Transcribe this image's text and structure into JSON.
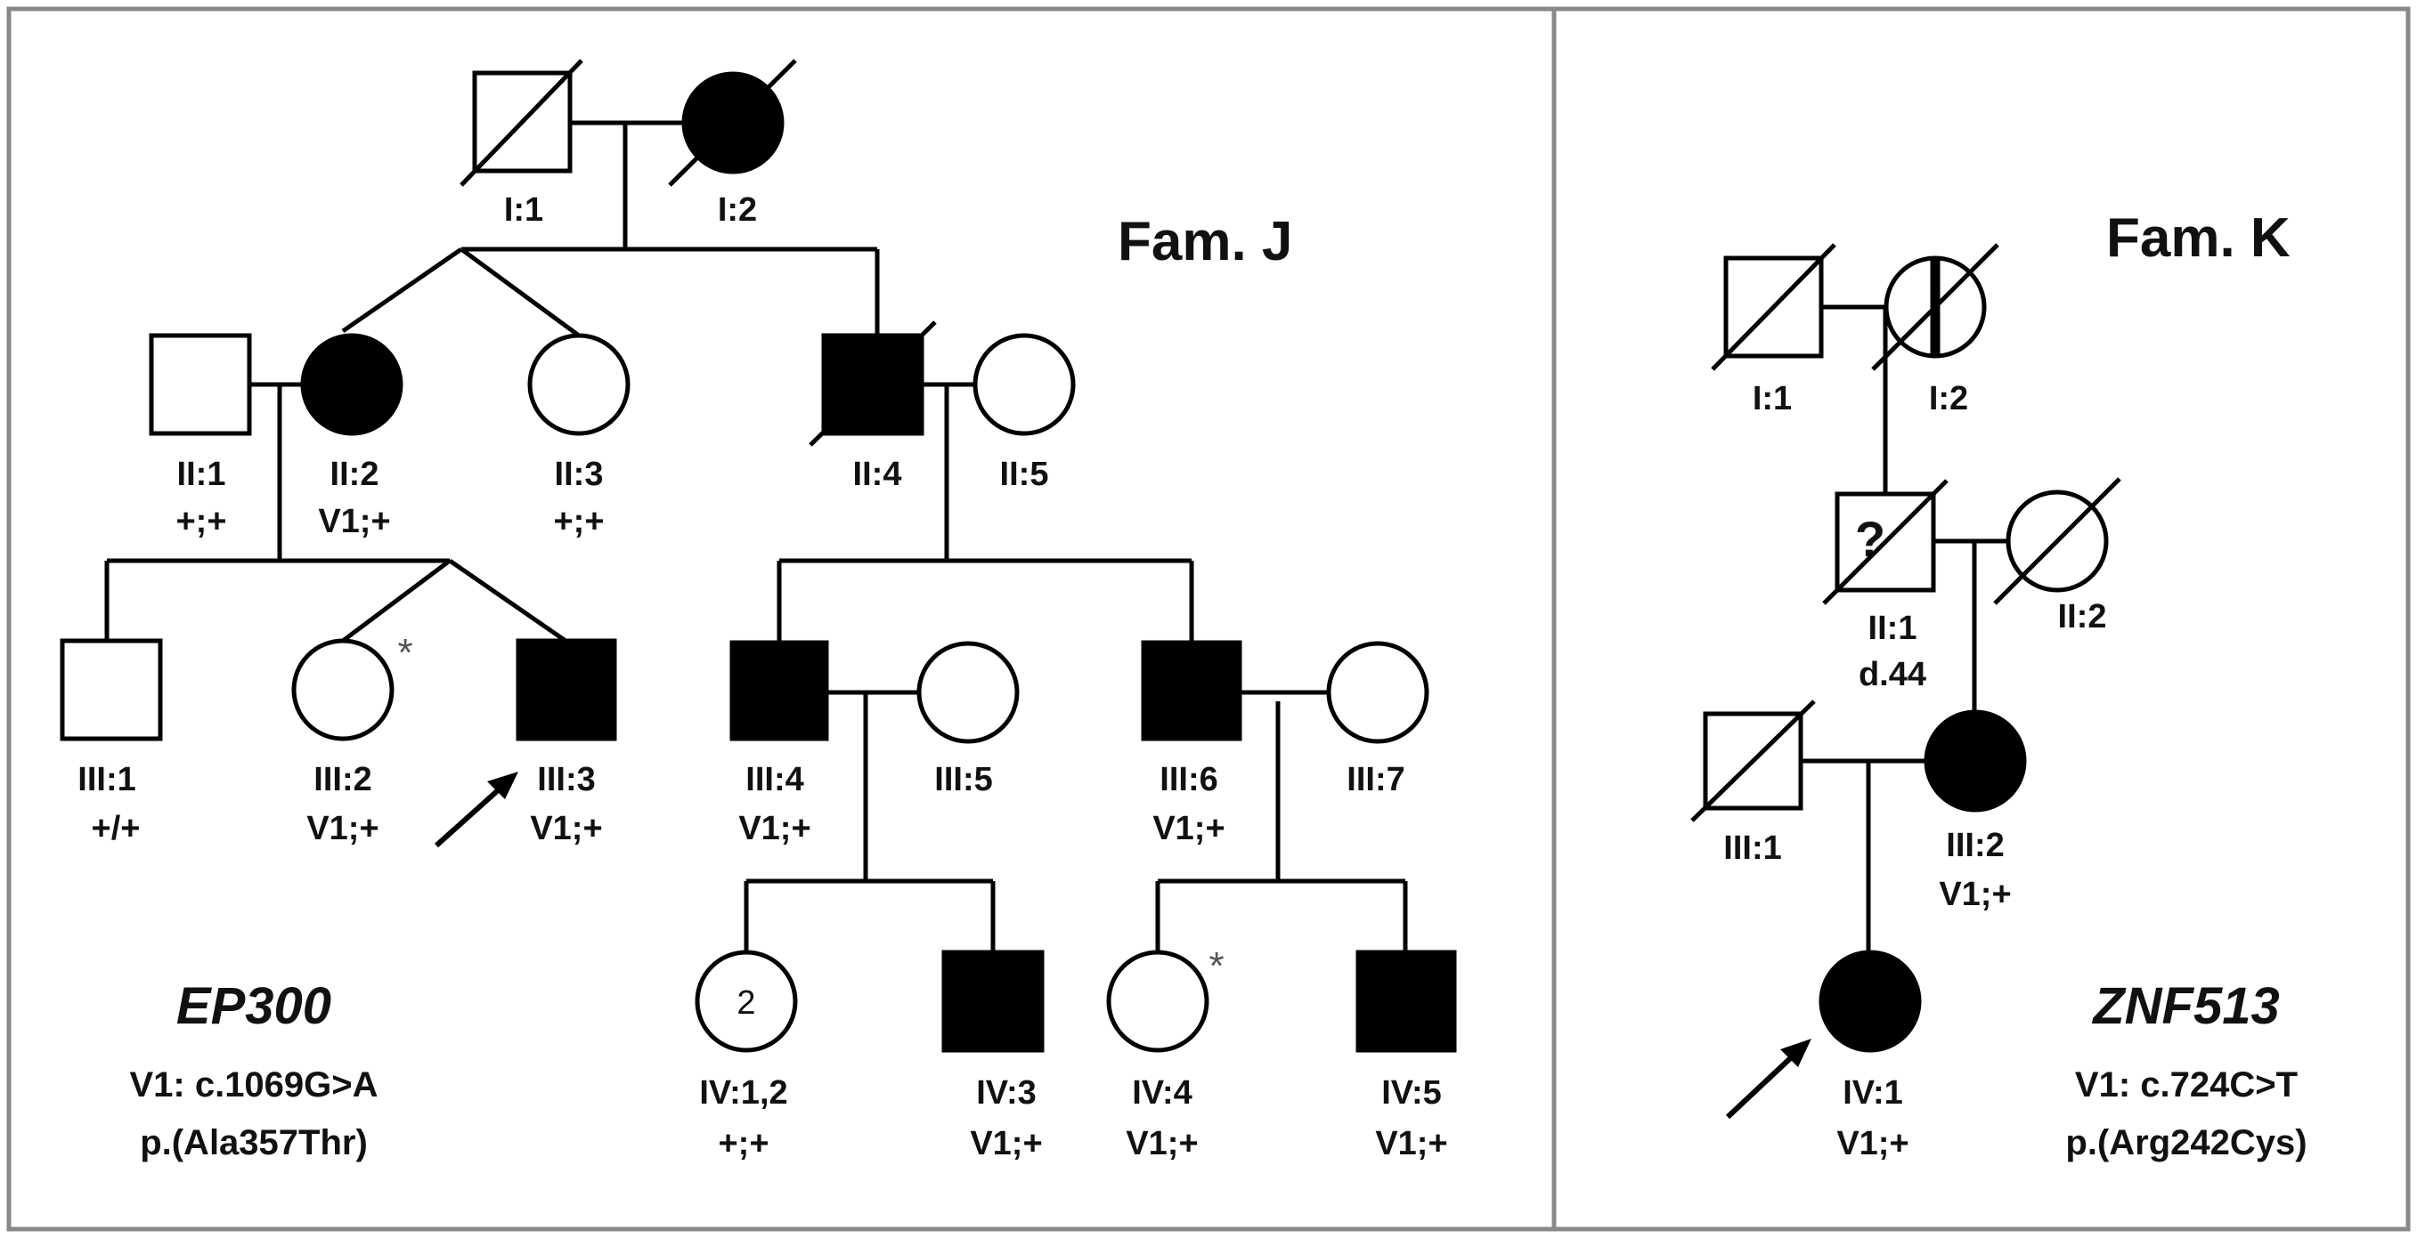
{
  "panels": [
    {
      "family": "Fam. J",
      "gene": "EP300",
      "variant_line1": "V1: c.1069G>A",
      "variant_line2": "p.(Ala357Thr)",
      "individuals": {
        "I1": {
          "id": "I:1",
          "genotype": ""
        },
        "I2": {
          "id": "I:2",
          "genotype": ""
        },
        "II1": {
          "id": "II:1",
          "genotype": "+;+"
        },
        "II2": {
          "id": "II:2",
          "genotype": "V1;+"
        },
        "II3": {
          "id": "II:3",
          "genotype": "+;+"
        },
        "II4": {
          "id": "II:4",
          "genotype": ""
        },
        "II5": {
          "id": "II:5",
          "genotype": ""
        },
        "III1": {
          "id": "III:1",
          "genotype": "+/+"
        },
        "III2": {
          "id": "III:2",
          "genotype": "V1;+"
        },
        "III3": {
          "id": "III:3",
          "genotype": "V1;+"
        },
        "III4": {
          "id": "III:4",
          "genotype": "V1;+"
        },
        "III5": {
          "id": "III:5",
          "genotype": ""
        },
        "III6": {
          "id": "III:6",
          "genotype": "V1;+"
        },
        "III7": {
          "id": "III:7",
          "genotype": ""
        },
        "IV12": {
          "id": "IV:1,2",
          "genotype": "+;+",
          "count": "2"
        },
        "IV3": {
          "id": "IV:3",
          "genotype": "V1;+"
        },
        "IV4": {
          "id": "IV:4",
          "genotype": "V1;+"
        },
        "IV5": {
          "id": "IV:5",
          "genotype": "V1;+"
        }
      },
      "star": "*"
    },
    {
      "family": "Fam. K",
      "gene": "ZNF513",
      "variant_line1": "V1: c.724C>T",
      "variant_line2": "p.(Arg242Cys)",
      "individuals": {
        "I1": {
          "id": "I:1",
          "genotype": ""
        },
        "I2": {
          "id": "I:2",
          "genotype": ""
        },
        "II1": {
          "id": "II:1",
          "genotype": "d.44",
          "mark": "?"
        },
        "II2": {
          "id": "II:2",
          "genotype": ""
        },
        "III1": {
          "id": "III:1",
          "genotype": ""
        },
        "III2": {
          "id": "III:2",
          "genotype": "V1;+"
        },
        "IV1": {
          "id": "IV:1",
          "genotype": "V1;+"
        }
      }
    }
  ]
}
